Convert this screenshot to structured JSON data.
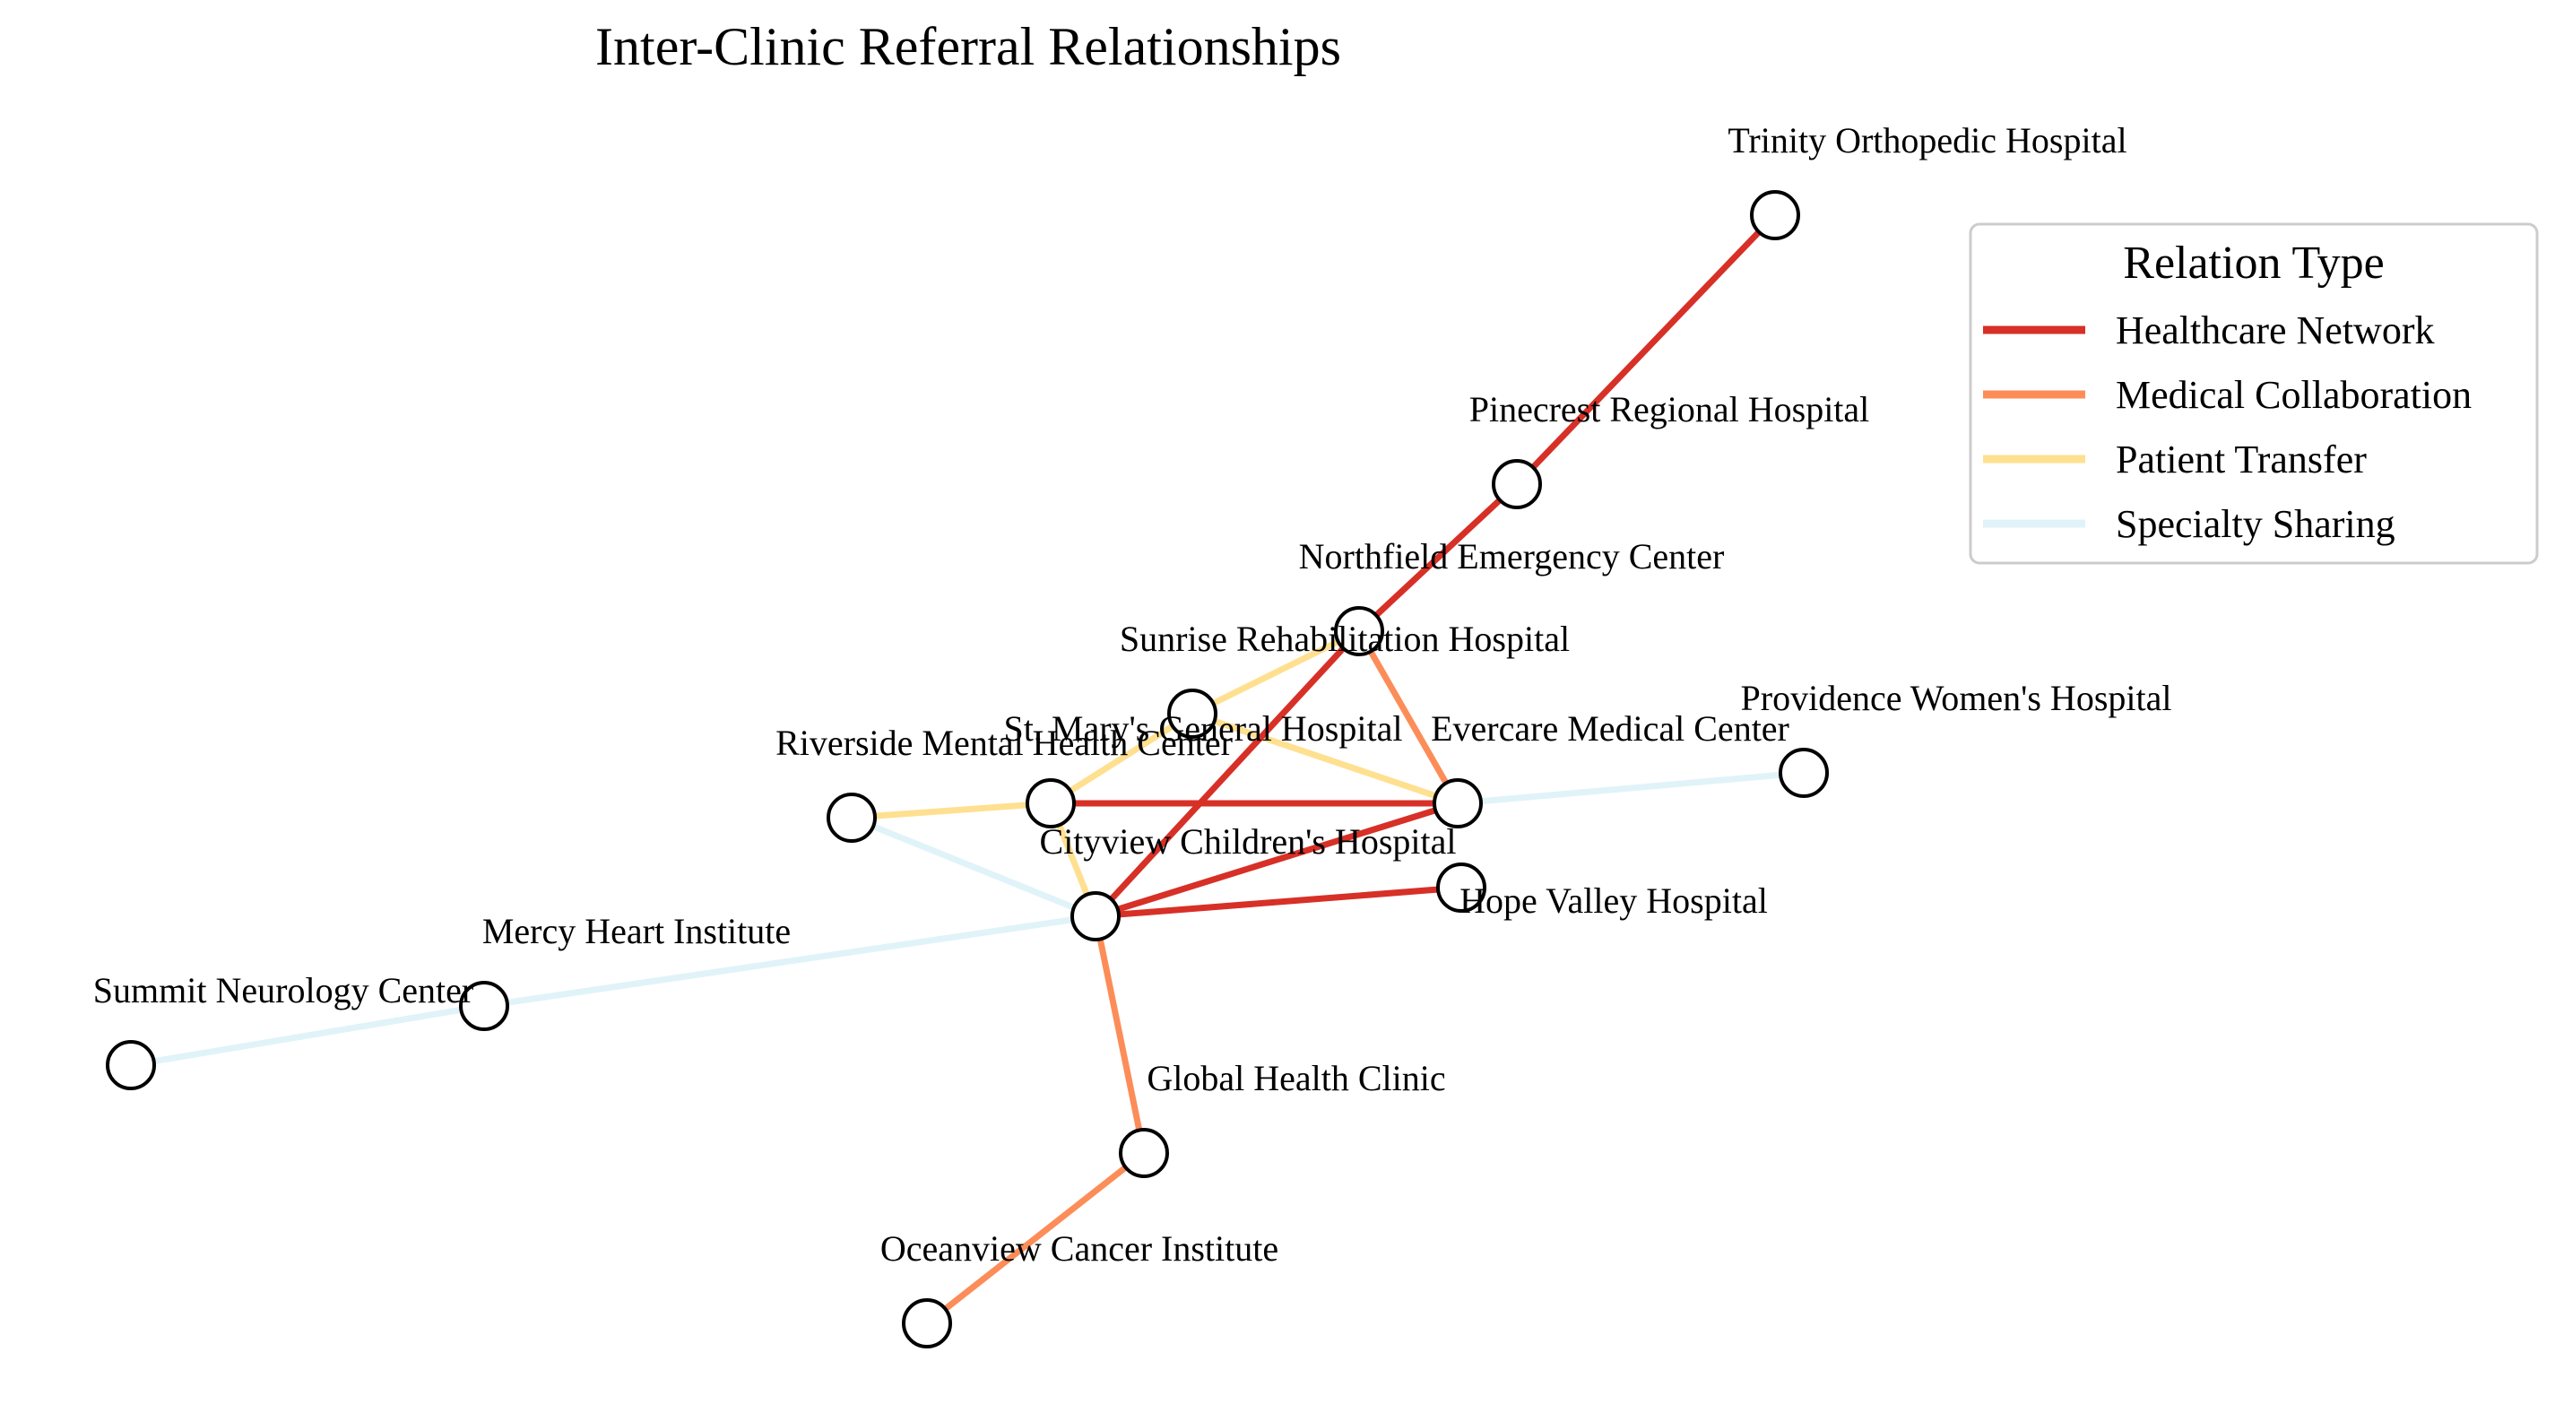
{
  "diagram": {
    "title": "Inter-Clinic Referral Relationships",
    "legend": {
      "title": "Relation Type",
      "items": [
        {
          "key": "healthcare",
          "label": "Healthcare Network",
          "color": "#d73027"
        },
        {
          "key": "medical",
          "label": "Medical Collaboration",
          "color": "#fc8d59"
        },
        {
          "key": "transfer",
          "label": "Patient Transfer",
          "color": "#fee090"
        },
        {
          "key": "specialty",
          "label": "Specialty Sharing",
          "color": "#e0f3f8"
        }
      ]
    },
    "nodes": [
      {
        "id": "trinity",
        "label": "Trinity Orthopedic Hospital"
      },
      {
        "id": "pinecrest",
        "label": "Pinecrest Regional Hospital"
      },
      {
        "id": "northfield",
        "label": "Northfield Emergency Center"
      },
      {
        "id": "sunrise",
        "label": "Sunrise Rehabilitation Hospital"
      },
      {
        "id": "providence",
        "label": "Providence Women's Hospital"
      },
      {
        "id": "stmarys",
        "label": "St. Mary's General Hospital"
      },
      {
        "id": "evercare",
        "label": "Evercare Medical Center"
      },
      {
        "id": "riverside",
        "label": "Riverside Mental Health Center"
      },
      {
        "id": "hopevalley",
        "label": "Hope Valley Hospital"
      },
      {
        "id": "cityview",
        "label": "Cityview Children's Hospital"
      },
      {
        "id": "mercy",
        "label": "Mercy Heart Institute"
      },
      {
        "id": "summit",
        "label": "Summit Neurology Center"
      },
      {
        "id": "global",
        "label": "Global Health Clinic"
      },
      {
        "id": "oceanview",
        "label": "Oceanview Cancer Institute"
      }
    ],
    "edges": [
      {
        "source": "trinity",
        "target": "pinecrest",
        "type": "healthcare"
      },
      {
        "source": "pinecrest",
        "target": "northfield",
        "type": "healthcare"
      },
      {
        "source": "northfield",
        "target": "cityview",
        "type": "healthcare"
      },
      {
        "source": "northfield",
        "target": "evercare",
        "type": "medical"
      },
      {
        "source": "northfield",
        "target": "sunrise",
        "type": "transfer"
      },
      {
        "source": "sunrise",
        "target": "stmarys",
        "type": "transfer"
      },
      {
        "source": "sunrise",
        "target": "evercare",
        "type": "transfer"
      },
      {
        "source": "stmarys",
        "target": "evercare",
        "type": "healthcare"
      },
      {
        "source": "stmarys",
        "target": "riverside",
        "type": "transfer"
      },
      {
        "source": "stmarys",
        "target": "cityview",
        "type": "transfer"
      },
      {
        "source": "riverside",
        "target": "cityview",
        "type": "specialty"
      },
      {
        "source": "evercare",
        "target": "cityview",
        "type": "healthcare"
      },
      {
        "source": "evercare",
        "target": "providence",
        "type": "specialty"
      },
      {
        "source": "cityview",
        "target": "hopevalley",
        "type": "healthcare"
      },
      {
        "source": "cityview",
        "target": "mercy",
        "type": "specialty"
      },
      {
        "source": "mercy",
        "target": "summit",
        "type": "specialty"
      },
      {
        "source": "cityview",
        "target": "global",
        "type": "medical"
      },
      {
        "source": "global",
        "target": "oceanview",
        "type": "medical"
      }
    ]
  }
}
